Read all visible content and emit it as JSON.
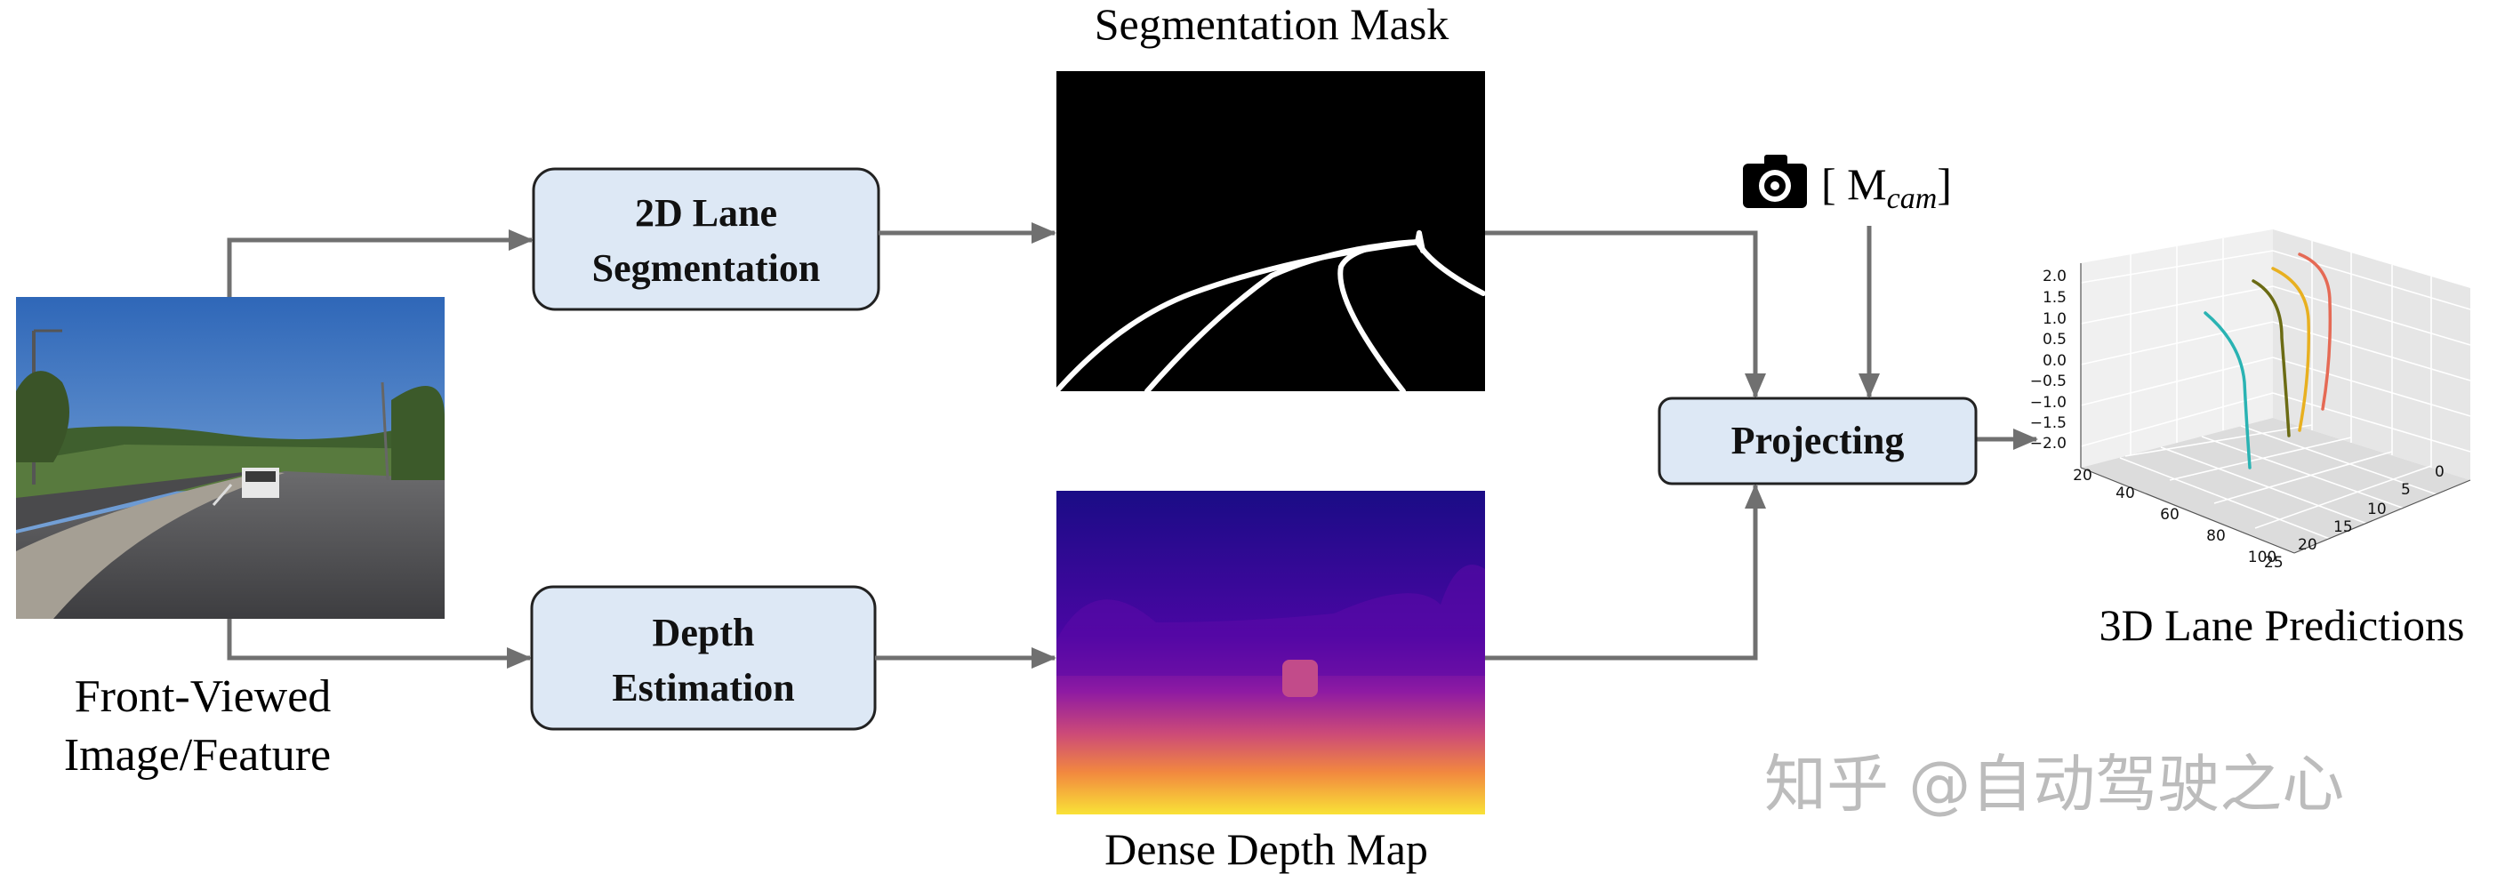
{
  "input_label": [
    "Front-Viewed",
    "Image/Feature"
  ],
  "box_segmentation": [
    "2D Lane",
    "Segmentation"
  ],
  "box_depth": [
    "Depth",
    "Estimation"
  ],
  "box_projecting": "Projecting",
  "seg_mask_title": "Segmentation Mask",
  "depth_map_title": "Dense Depth Map",
  "camera_param": "[ M",
  "camera_param_sub": "cam",
  "camera_param_close": "]",
  "output_title": "3D Lane Predictions",
  "plot_z_ticks": [
    "2.0",
    "1.5",
    "1.0",
    "0.5",
    "0.0",
    "−0.5",
    "−1.0",
    "−1.5",
    "−2.0"
  ],
  "plot_x_ticks": [
    "20",
    "40",
    "60",
    "80",
    "100"
  ],
  "plot_y_ticks": [
    "0",
    "5",
    "10",
    "15",
    "20",
    "25"
  ],
  "lane_colors": [
    "#2ab3b3",
    "#6b6b14",
    "#e8b020",
    "#e56a55"
  ],
  "watermark": "知乎 @自动驾驶之心"
}
